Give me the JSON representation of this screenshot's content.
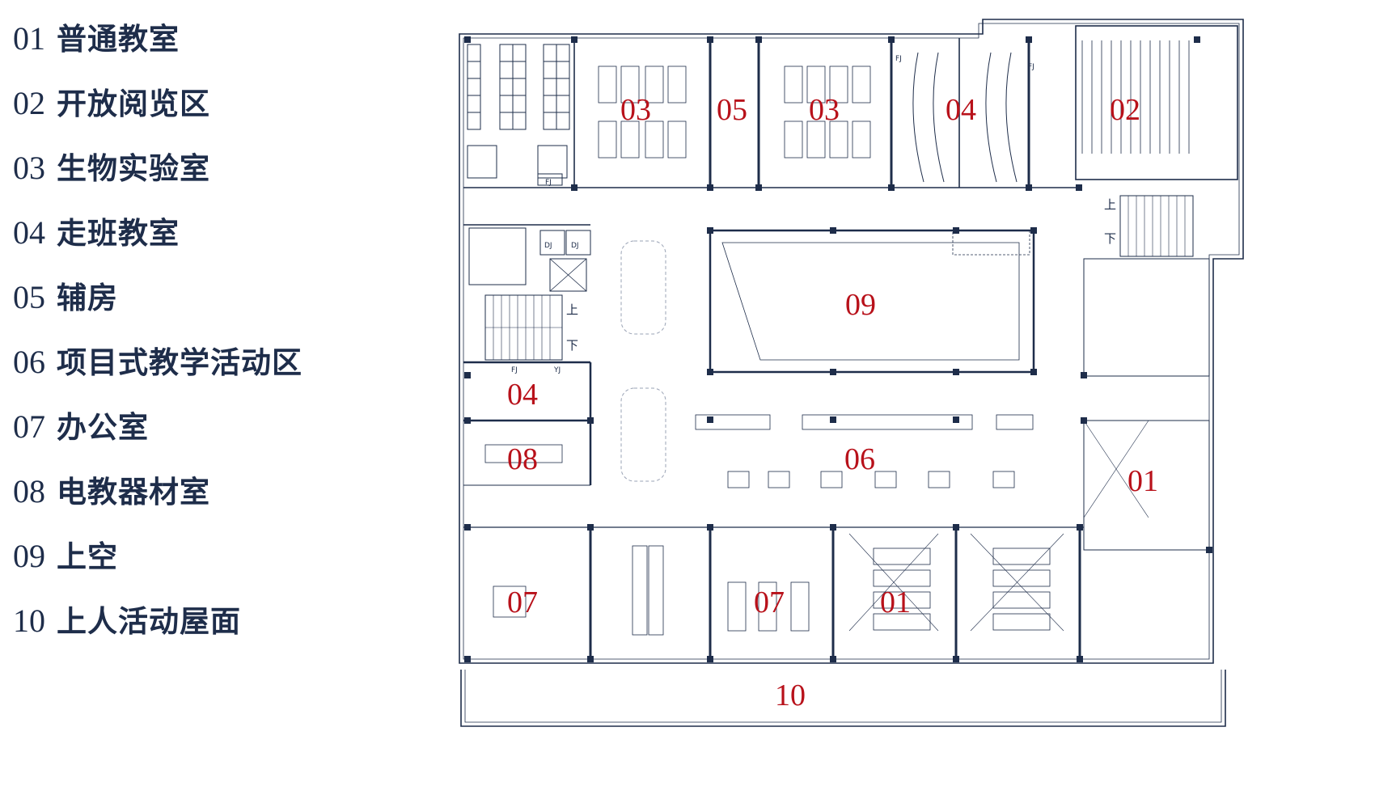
{
  "legend": [
    {
      "num": "01",
      "text": "普通教室"
    },
    {
      "num": "02",
      "text": "开放阅览区"
    },
    {
      "num": "03",
      "text": "生物实验室"
    },
    {
      "num": "04",
      "text": "走班教室"
    },
    {
      "num": "05",
      "text": "辅房"
    },
    {
      "num": "06",
      "text": "项目式教学活动区"
    },
    {
      "num": "07",
      "text": "办公室"
    },
    {
      "num": "08",
      "text": "电教器材室"
    },
    {
      "num": "09",
      "text": "上空"
    },
    {
      "num": "10",
      "text": "上人活动屋面"
    }
  ],
  "plan": {
    "zone_labels": {
      "z03_left": "03",
      "z05": "05",
      "z03_right": "03",
      "z04_top": "04",
      "z02": "02",
      "z09": "09",
      "z04_left": "04",
      "z08": "08",
      "z06": "06",
      "z01_right": "01",
      "z07_left": "07",
      "z07_mid": "07",
      "z01_bottom": "01",
      "z10": "10"
    },
    "stair_labels": {
      "up": "上",
      "down": "下"
    },
    "room_tags": {
      "fj": "FJ",
      "dj": "DJ",
      "yj": "YJ"
    }
  },
  "colors": {
    "legend_text": "#1e2d4a",
    "zone_label": "#b8111a",
    "plan_line": "#1e2d4a",
    "plan_light": "#9aa3b5"
  }
}
